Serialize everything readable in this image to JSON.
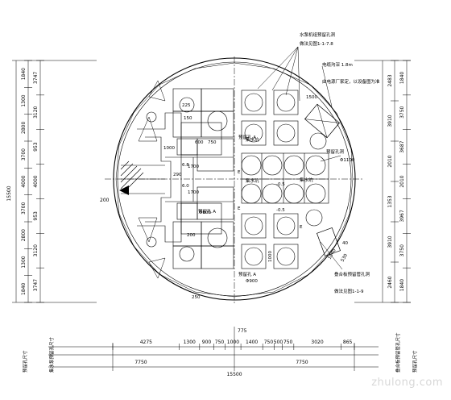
{
  "drawing": {
    "overall_height": "15500",
    "overall_width": "15500",
    "left_dims_outer": [
      "1840",
      "1300",
      "2800",
      "3700",
      "4000",
      "3700",
      "2800",
      "1300",
      "1840"
    ],
    "left_dims_inner": [
      "3747",
      "3120",
      "953",
      "4000",
      "953",
      "3120",
      "3747"
    ],
    "right_dims_outer": [
      "2483",
      "3910",
      "2010",
      "1353",
      "3910",
      "2460"
    ],
    "right_dims_inner": [
      "1840",
      "3750",
      "3687",
      "2010",
      "3967",
      "3750",
      "1840"
    ],
    "bottom_half_left": "7750",
    "bottom_half_right": "7750",
    "bottom_center_tick": "775",
    "bottom_segments": [
      "4275",
      "1300",
      "900",
      "750",
      "1000",
      "1400",
      "750",
      "500",
      "750",
      "3020",
      "865"
    ],
    "left_radial_dim": "200",
    "inner_text": {
      "left_center": "290",
      "bottom_left": "250",
      "circle_b": "1700",
      "circle_b2": "1700",
      "circle_dia": "Φ600",
      "circle_dia2": "Φ900",
      "dim_1000": "1000",
      "dim_1000b": "1000",
      "dim_1500": "1500",
      "dim_200": "200",
      "marker_e1": "E",
      "marker_e2": "E",
      "marker_e3": "E",
      "level_1": "6.0",
      "level_2": "6.8",
      "level_3": "-0.5",
      "level_4": "-0.5",
      "dim_225": "225",
      "dim_150": "150",
      "dim_600": "600",
      "dim_750": "750",
      "hole_1100": "Φ1100",
      "dim_530": "530",
      "dim_1040": "1040",
      "dim_40": "40"
    },
    "annotations": {
      "top_right_1": "水泵机组预留孔洞",
      "top_right_2": "做法见图1-1-7.8",
      "right_1a": "电缆沟深 1.8m",
      "right_1b": "由电源厂家定，以设备图为准",
      "right_2": "预留孔洞",
      "right_3": "集水坑",
      "center_1": "集水坑",
      "center_2": "集水坑",
      "lower_right_1": "叠合板预留管孔洞",
      "lower_right_2": "做法见图1-1-9",
      "mid_left_1": "预留孔 A",
      "mid_left_2": "预留孔 A",
      "mid_left_3": "预留孔 A",
      "vert_left": "集水泵预留孔尺寸",
      "vert_left2": "预留孔尺寸",
      "vert_right": "叠合板预留管孔尺寸",
      "vert_right2": "预留孔尺寸"
    },
    "watermark": "zhulong.com"
  }
}
